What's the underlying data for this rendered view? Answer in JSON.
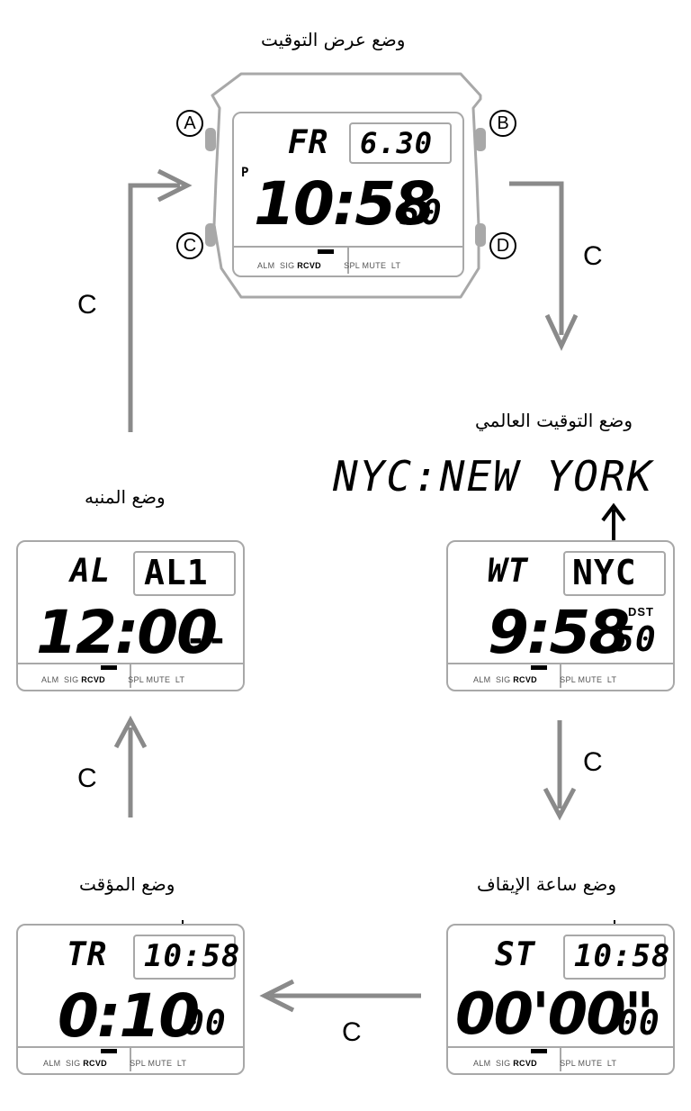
{
  "modes": {
    "timekeeping": {
      "title": "وضع عرض التوقيت",
      "day": "FR",
      "date": "6.30",
      "pm": "P",
      "time": "10:58",
      "seconds": "50"
    },
    "world_time": {
      "title": "وضع التوقيت العالمي",
      "city_banner": "NYC:NEW YORK",
      "code": "WT",
      "city": "NYC",
      "dst": "DST",
      "time": "9:58",
      "seconds": "50"
    },
    "alarm": {
      "title": "وضع المنبه",
      "code": "AL",
      "label": "AL1",
      "time": "12:00",
      "extra": "--"
    },
    "stopwatch": {
      "title": "وضع ساعة الإيقاف",
      "code": "ST",
      "clock": "10:58",
      "elapsed": "00'00\"",
      "hundredths": "00"
    },
    "timer": {
      "title": "وضع المؤقت",
      "code": "TR",
      "clock": "10:58",
      "time": "0:10",
      "seconds": "00"
    }
  },
  "indicators": {
    "alm": "ALM",
    "sig": "SIG",
    "rcvd": "RCVD",
    "spl": "SPL",
    "mute": "MUTE",
    "lt": "LT"
  },
  "buttons": {
    "a": "A",
    "b": "B",
    "c": "C",
    "d": "D"
  },
  "transition_label": "C",
  "colors": {
    "arrow": "#8a8a8a",
    "frame": "#a8a8a8"
  }
}
